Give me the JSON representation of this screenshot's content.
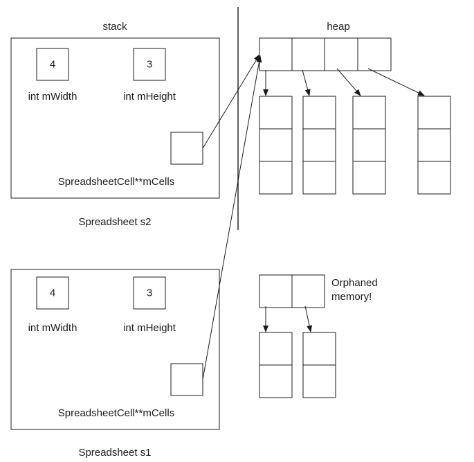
{
  "labels": {
    "stack": "stack",
    "heap": "heap",
    "orphaned_line1": "Orphaned",
    "orphaned_line2": "memory!"
  },
  "s2": {
    "caption": "Spreadsheet s2",
    "width_value": "4",
    "height_value": "3",
    "width_label": "int mWidth",
    "height_label": "int mHeight",
    "cells_label": "SpreadsheetCell**mCells"
  },
  "s1": {
    "caption": "Spreadsheet s1",
    "width_value": "4",
    "height_value": "3",
    "width_label": "int mWidth",
    "height_label": "int mHeight",
    "cells_label": "SpreadsheetCell**mCells"
  },
  "heap_main": {
    "pointer_slots": 4,
    "columns": 4,
    "cells_per_column": 3
  },
  "heap_orphan": {
    "pointer_slots": 2,
    "columns": 2,
    "cells_per_column": 2
  },
  "colors": {
    "stroke": "#1a1a1a",
    "background": "#ffffff"
  }
}
